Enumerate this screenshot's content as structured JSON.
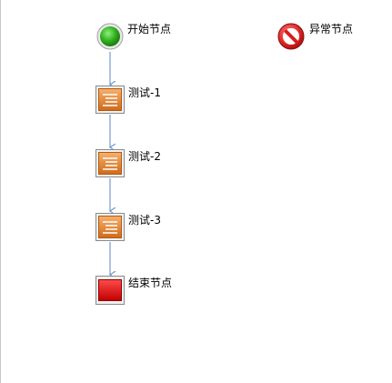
{
  "diagram": {
    "nodes": {
      "start": {
        "label": "开始节点",
        "icon": "start-circle-icon",
        "color": "#2fae1e"
      },
      "exception": {
        "label": "异常节点",
        "icon": "no-entry-icon",
        "color": "#d81e1e"
      },
      "test1": {
        "label": "测试-1",
        "icon": "task-list-icon",
        "color": "#e07d2a"
      },
      "test2": {
        "label": "测试-2",
        "icon": "task-list-icon",
        "color": "#e07d2a"
      },
      "test3": {
        "label": "测试-3",
        "icon": "task-list-icon",
        "color": "#e07d2a"
      },
      "end": {
        "label": "结束节点",
        "icon": "end-square-icon",
        "color": "#d40000"
      }
    },
    "edges": [
      {
        "from": "start",
        "to": "test1"
      },
      {
        "from": "test1",
        "to": "test2"
      },
      {
        "from": "test2",
        "to": "test3"
      },
      {
        "from": "test3",
        "to": "end"
      }
    ],
    "edge_color": "#5a86c4"
  }
}
